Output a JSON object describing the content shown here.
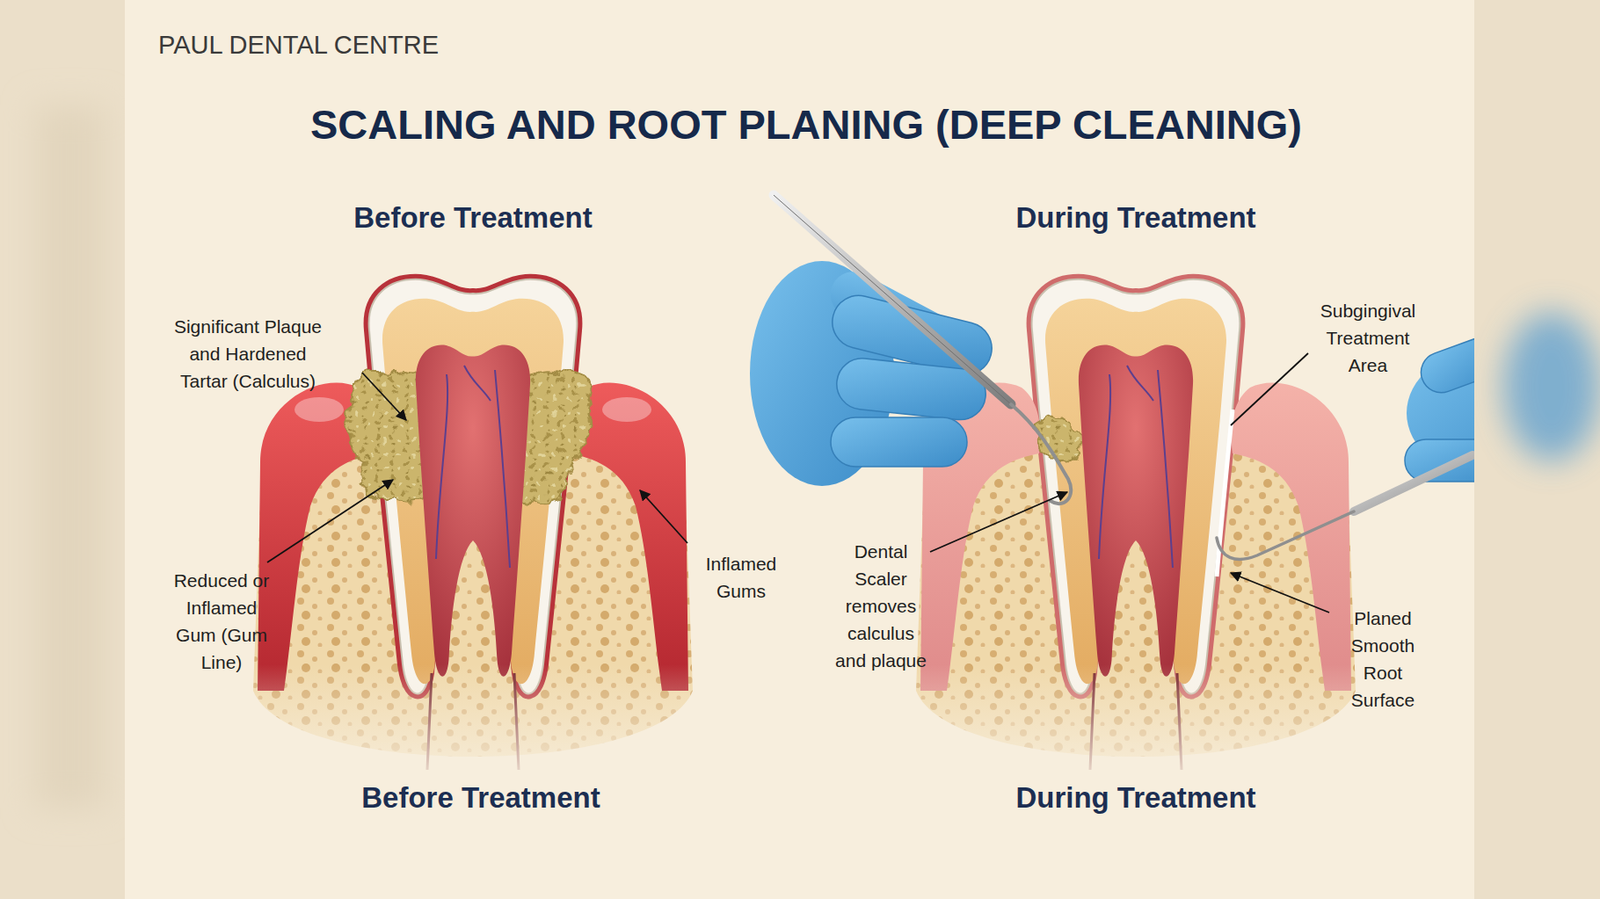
{
  "diagram": {
    "title": "SCALING AND ROOT PLANING (DEEP CLEANING)",
    "labels": [
      "PAUL DENTAL CENTRE",
      "Before Treatment",
      "During Treatment",
      "Significant Plaque and Hardened Tartar (Calculus)",
      "Reduced or Inflamed Gum (Gum Line)",
      "Inflamed Gums",
      "Subgingival Treatment Area",
      "Dental Scaler removes calculus and plaque",
      "Planed Smooth Root Surface",
      "Before Treatment",
      "During Treatment"
    ]
  }
}
